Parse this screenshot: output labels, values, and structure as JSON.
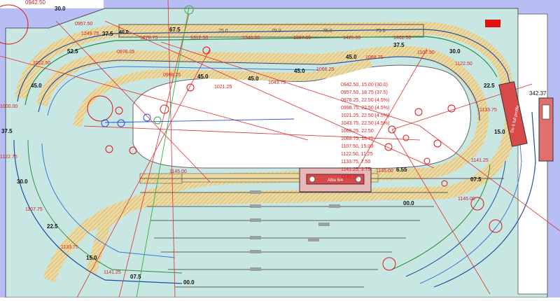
{
  "colors": {
    "background": "#ffffff",
    "periwinkle": "#b9bdf5",
    "baseboard": "#c8e6e2",
    "cork": "#ecd9a0",
    "gradient_label": "#d61f1f",
    "loco_body": "#e8b8b8",
    "marker": "#e01414"
  },
  "top_left": {
    "length_label": "0942.50",
    "height_label": "30.0"
  },
  "top_straight": {
    "heights": [
      "67.5",
      "75.0",
      "75.0",
      "75.0",
      "75.0"
    ],
    "lengths": [
      "1278.75",
      "1312.50",
      "1346.00",
      "1387.50",
      "1425.00",
      "1462.50"
    ]
  },
  "left_lengths": [
    "0957.50",
    "1249.75",
    "0976.25",
    "1022.50",
    "1000.00",
    "1122.75",
    "1107.75",
    "1133.75",
    "1141.25",
    "1145.00"
  ],
  "heights_misc": [
    "37.5",
    "40.0",
    "52.5",
    "45.0",
    "37.5",
    "30.0",
    "22.5",
    "15.0",
    "07.5",
    "00.0",
    "37.5",
    "30.0",
    "22.5",
    "15.0",
    "07.5",
    "00.0",
    "6.55",
    "342.37"
  ],
  "inner_loop": {
    "heights": [
      "45.0",
      "45.0",
      "45.0",
      "45.0"
    ],
    "lengths": [
      "0996.25",
      "1021.25",
      "1043.75",
      "1066.25",
      "1088.75",
      "1107.50",
      "1122.50",
      "1133.75",
      "1141.25"
    ]
  },
  "gradient_table": {
    "rows": [
      "0942.50,  15.00 (30.0)",
      "0957.50,  18.75 (37.5)",
      "0976.25,  22.50 (4.5%)",
      "0998.75,  22.50 (4.5%)",
      "1021.25,  22.50 (4.5%)",
      "1043.75,  22.50 (4.5%)",
      "1066.25,  22.50",
      "1088.75,  18.75",
      "1107.50,  15.00",
      "1122.50,  11.25",
      "1133.75,  7.50",
      "1141.25,  3.75",
      "1145.00"
    ]
  },
  "locos": {
    "center": "Alba 6/4",
    "right": "Do 6 full profile",
    "right_length": "342.37"
  },
  "station": {
    "left_length": "1145.00",
    "right_length": "1145.00",
    "gap_label": "6.55"
  }
}
